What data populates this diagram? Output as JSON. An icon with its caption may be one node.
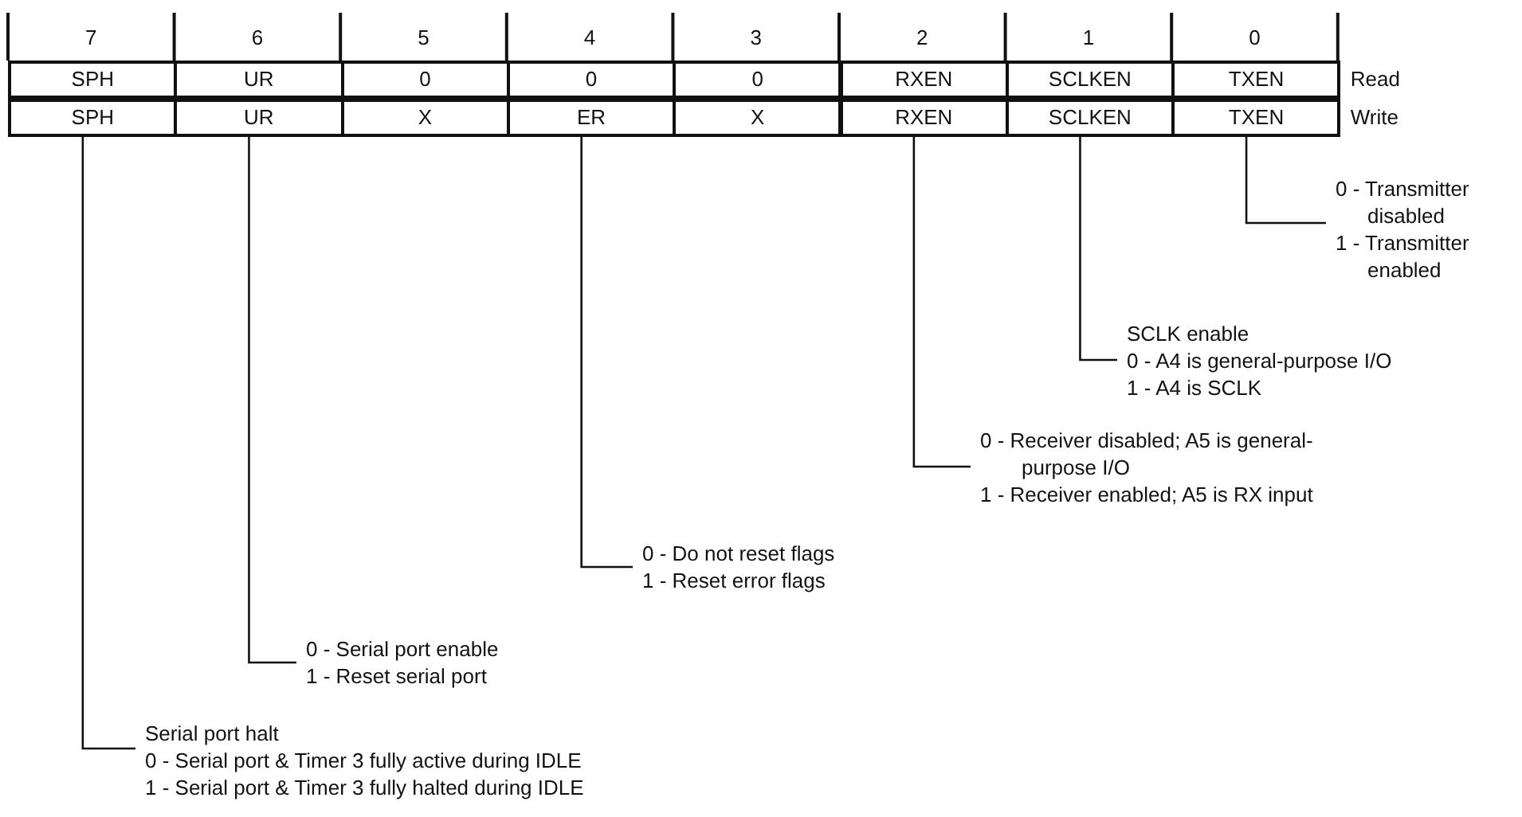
{
  "diagram": {
    "nodes": [
      {
        "text": [
          "SPH"
        ]
      },
      {
        "text": [
          "UR"
        ]
      },
      {
        "text": [
          "0"
        ]
      },
      {
        "text": [
          "0"
        ]
      },
      {
        "text": [
          "0"
        ]
      },
      {
        "text": [
          "RXEN"
        ]
      },
      {
        "text": [
          "SCLKEN"
        ]
      },
      {
        "text": [
          "TXEN"
        ]
      },
      {
        "text": [
          "SPH"
        ]
      },
      {
        "text": [
          "UR"
        ]
      },
      {
        "text": [
          "X"
        ]
      },
      {
        "text": [
          "ER"
        ]
      },
      {
        "text": [
          "X"
        ]
      },
      {
        "text": [
          "RXEN"
        ]
      },
      {
        "text": [
          "SCLKEN"
        ]
      },
      {
        "text": [
          "TXEN"
        ]
      },
      {
        "text": [
          "0 - Transmitter disabled",
          "1 - Transmitter enabled"
        ]
      },
      {
        "text": [
          "SCLK enable",
          "0 - A4 is general-purpose I/O",
          "1 - A4 is SCLK"
        ]
      },
      {
        "text": [
          "0 - Receiver disabled; A5 is general-purpose I/O",
          "1 - Receiver enabled; A5 is RX input"
        ]
      },
      {
        "text": [
          "0 - Do not reset flags",
          "1 - Reset error flags"
        ]
      },
      {
        "text": [
          "0 - Serial port enable",
          "1 - Reset serial port"
        ]
      },
      {
        "text": [
          "Serial port halt",
          "0 - Serial port & Timer 3 fully active during IDLE",
          "1 - Serial port & Timer 3 fully halted during IDLE"
        ]
      }
    ],
    "edges": [
      {
        "from": 16,
        "to": 15,
        "arrow": "none"
      },
      {
        "from": 17,
        "to": 14,
        "arrow": "none"
      },
      {
        "from": 18,
        "to": 13,
        "arrow": "none"
      },
      {
        "from": 19,
        "to": 11,
        "arrow": "none"
      },
      {
        "from": 20,
        "to": 9,
        "arrow": "none"
      },
      {
        "from": 21,
        "to": 8,
        "arrow": "none"
      }
    ],
    "labels": [
      "7",
      "6",
      "5",
      "4",
      "3",
      "2",
      "1",
      "0",
      "Read",
      "Write"
    ]
  }
}
